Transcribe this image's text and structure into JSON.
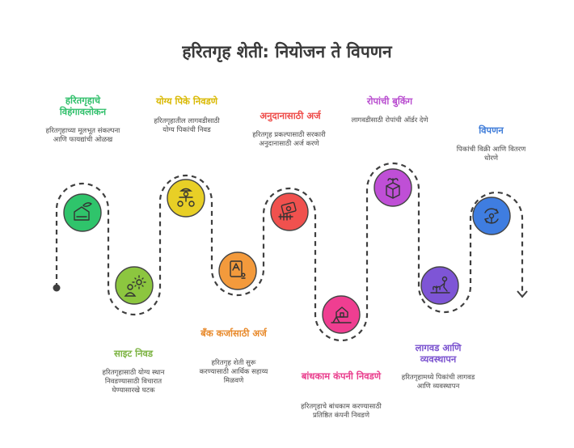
{
  "title": "हरितगृह शेती: नियोजन ते विपणन",
  "steps": [
    {
      "title": "हरितगृहाचे विहंगावलोकन",
      "desc": "हरितगृहाच्या मूलभूत संकल्पना आणि फायद्यांची ओळख",
      "color": "#2fc46b",
      "icon": "greenhouse-icon"
    },
    {
      "title": "साइट निवड",
      "desc": "हरितगृहासाठी योग्य स्थान निवडण्यासाठी विचारात घेण्यासारखे घटक",
      "color": "#8cc63f",
      "icon": "person-sun-icon"
    },
    {
      "title": "योग्य पिके निवडणे",
      "desc": "हरितगृहातील लागवडीसाठी योग्य पिकांची निवड",
      "color": "#e8cf26",
      "icon": "farmer-icon"
    },
    {
      "title": "बँक कर्जासाठी अर्ज",
      "desc": "हरितगृह शेती सुरू करण्यासाठी आर्थिक सहाय्य मिळवणे",
      "color": "#f39a3c",
      "icon": "loan-form-icon"
    },
    {
      "title": "अनुदानासाठी अर्ज",
      "desc": "हरितगृह प्रकल्पासाठी सरकारी अनुदानासाठी अर्ज करणे",
      "color": "#f0514e",
      "icon": "subsidy-money-icon"
    },
    {
      "title": "बांधकाम कंपनी निवडणे",
      "desc": "हरितगृहाचे बांधकाम करण्यासाठी प्रतिष्ठित कंपनी निवडणे",
      "color": "#ef3e91",
      "icon": "construction-icon"
    },
    {
      "title": "रोपांची बुकिंग",
      "desc": "लागवडीसाठी रोपांची ऑर्डर देणे",
      "color": "#bf4fd6",
      "icon": "box-plant-icon"
    },
    {
      "title": "लागवड आणि व्यवस्थापन",
      "desc": "हरितगृहामध्ये पिकांची लागवड आणि व्यवस्थापन",
      "color": "#7e55d6",
      "icon": "planting-icon"
    },
    {
      "title": "विपणन",
      "desc": "पिकांची विक्री आणि वितरण धोरणे",
      "color": "#3f7de0",
      "icon": "distribution-icon"
    }
  ]
}
